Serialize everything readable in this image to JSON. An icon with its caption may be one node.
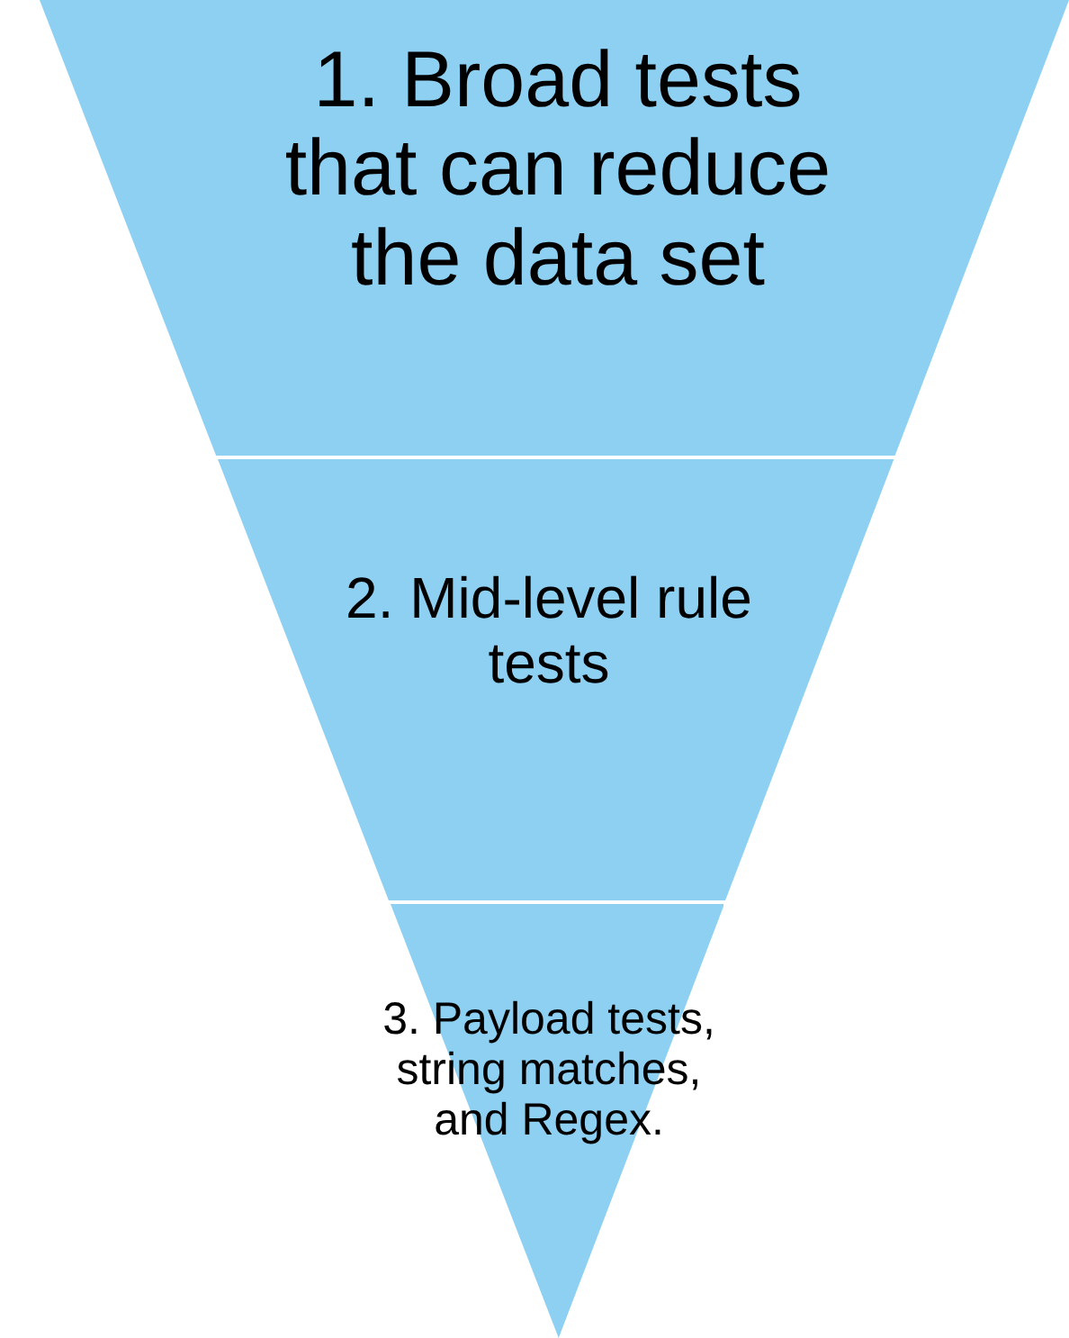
{
  "diagram": {
    "nodes": [
      {
        "text": [
          "1. Broad tests that can reduce the data set"
        ]
      },
      {
        "text": [
          "2. Mid-level rule tests"
        ]
      },
      {
        "text": [
          "3. Payload tests, string matches, and Regex."
        ]
      }
    ]
  }
}
